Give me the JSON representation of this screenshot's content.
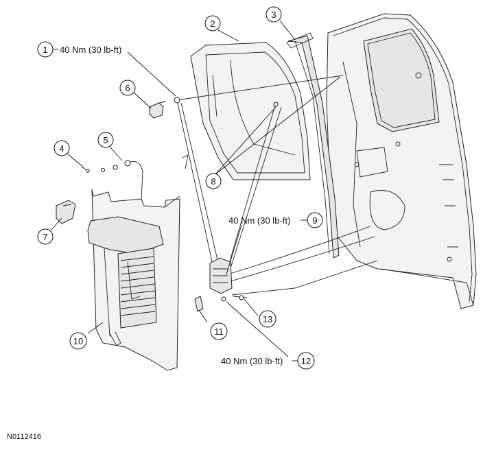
{
  "figure_id": "N0112416",
  "callouts": [
    {
      "num": "1",
      "torque": "40 Nm (30 lb-ft)"
    },
    {
      "num": "2"
    },
    {
      "num": "3"
    },
    {
      "num": "4"
    },
    {
      "num": "5"
    },
    {
      "num": "6"
    },
    {
      "num": "7"
    },
    {
      "num": "8"
    },
    {
      "num": "9",
      "torque": "40 Nm (30 lb-ft)"
    },
    {
      "num": "10"
    },
    {
      "num": "11"
    },
    {
      "num": "12",
      "torque": "40 Nm (30 lb-ft)"
    },
    {
      "num": "13"
    }
  ]
}
